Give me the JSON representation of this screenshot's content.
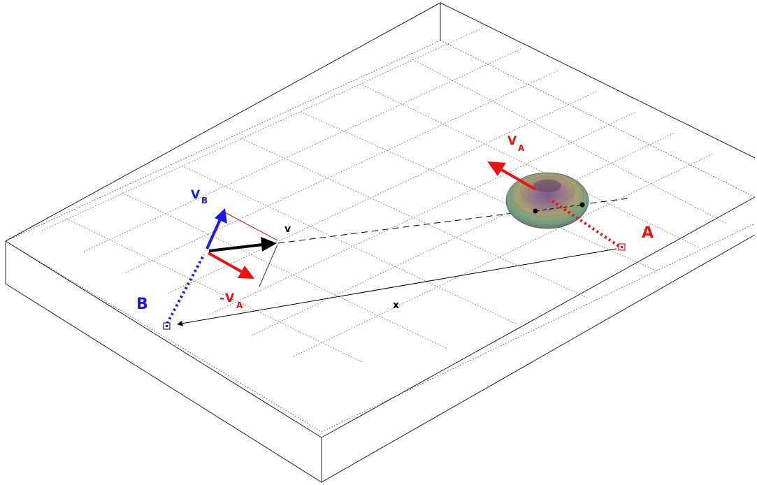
{
  "labels": {
    "point_a": "A",
    "point_b": "B",
    "velocity_a": "V",
    "velocity_a_sub": "A",
    "velocity_b": "V",
    "velocity_b_sub": "B",
    "neg_velocity_a_prefix": "-",
    "neg_velocity_a": "V",
    "neg_velocity_a_sub": "A",
    "relative_velocity": "v",
    "separation": "x"
  },
  "colors": {
    "a_color": "#ee1111",
    "b_color": "#1a1aee",
    "result_color": "#000000",
    "box_edges": "#555555",
    "grid": "#777777"
  }
}
